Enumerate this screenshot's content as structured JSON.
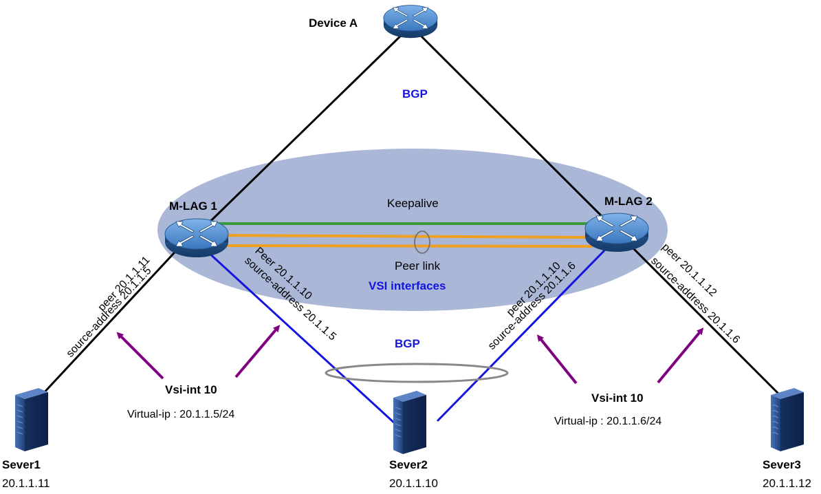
{
  "colors": {
    "ellipse_fill": "#aab7d6",
    "blue": "#1515e0",
    "keepalive": "#3a9a3a",
    "peer_link": "#f0a020",
    "arrow": "#800080",
    "line": "#000000"
  },
  "top": {
    "device_a": "Device A",
    "bgp_top": "BGP"
  },
  "cluster": {
    "mlag1": "M-LAG 1",
    "mlag2": "M-LAG 2",
    "keepalive": "Keepalive",
    "peer_link": "Peer link",
    "vsi_interfaces": "VSI interfaces",
    "bgp_bottom": "BGP"
  },
  "links": {
    "left_peer": "peer 20.1.1.11",
    "left_src": "source-address 20.1.1.5",
    "mid_left_peer": "Peer 20.1.1.10",
    "mid_left_src": "source-address 20.1.1.5",
    "mid_right_peer": "peer 20.1.1.10",
    "mid_right_src": "source-address 20.1.1.6",
    "right_peer": "peer 20.1.1.12",
    "right_src": "source-address 20.1.1.6"
  },
  "vsi": {
    "left_title": "Vsi-int 10",
    "left_vip": "Virtual-ip : 20.1.1.5/24",
    "right_title": "Vsi-int 10",
    "right_vip": "Virtual-ip : 20.1.1.6/24"
  },
  "servers": [
    {
      "name": "Sever1",
      "ip": "20.1.1.11"
    },
    {
      "name": "Sever2",
      "ip": "20.1.1.10"
    },
    {
      "name": "Sever3",
      "ip": "20.1.1.12"
    }
  ]
}
